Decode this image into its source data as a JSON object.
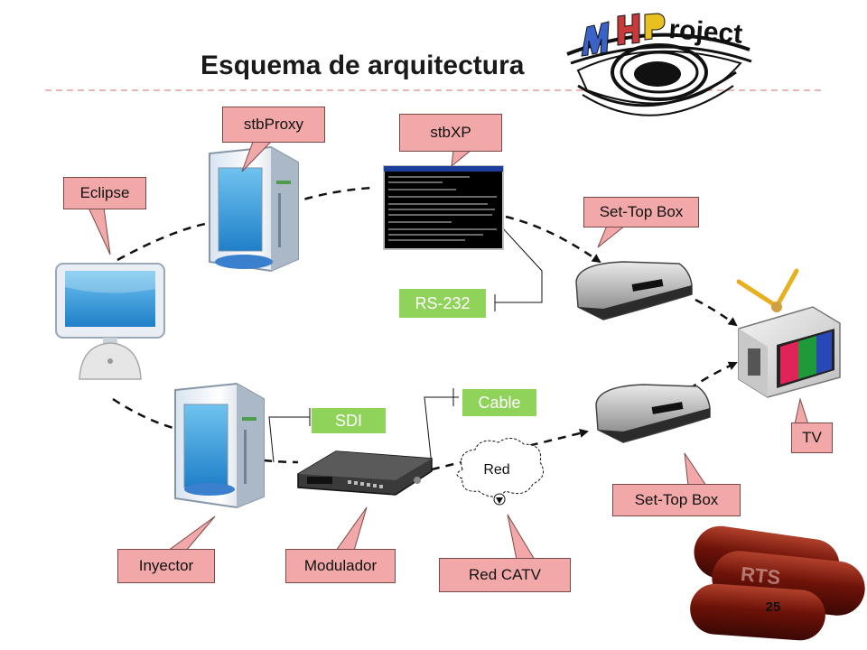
{
  "title": "Esquema de arquitectura",
  "page_number": "25",
  "logo_text": "MHProject",
  "pill_text": "RTS",
  "callouts": {
    "stbproxy": "stbProxy",
    "stbxp": "stbXP",
    "eclipse": "Eclipse",
    "settop_top": "Set-Top Box",
    "settop_bottom": "Set-Top Box",
    "tv": "TV",
    "inyector": "Inyector",
    "modulador": "Modulador",
    "red_catv": "Red CATV"
  },
  "connection_labels": {
    "rs232": "RS-232",
    "sdi": "SDI",
    "cable": "Cable"
  },
  "cloud_label": "Red",
  "colors": {
    "callout_fill": "#f2a8a8",
    "label_green": "#8fd35a",
    "divider": "#e0a0a0"
  }
}
